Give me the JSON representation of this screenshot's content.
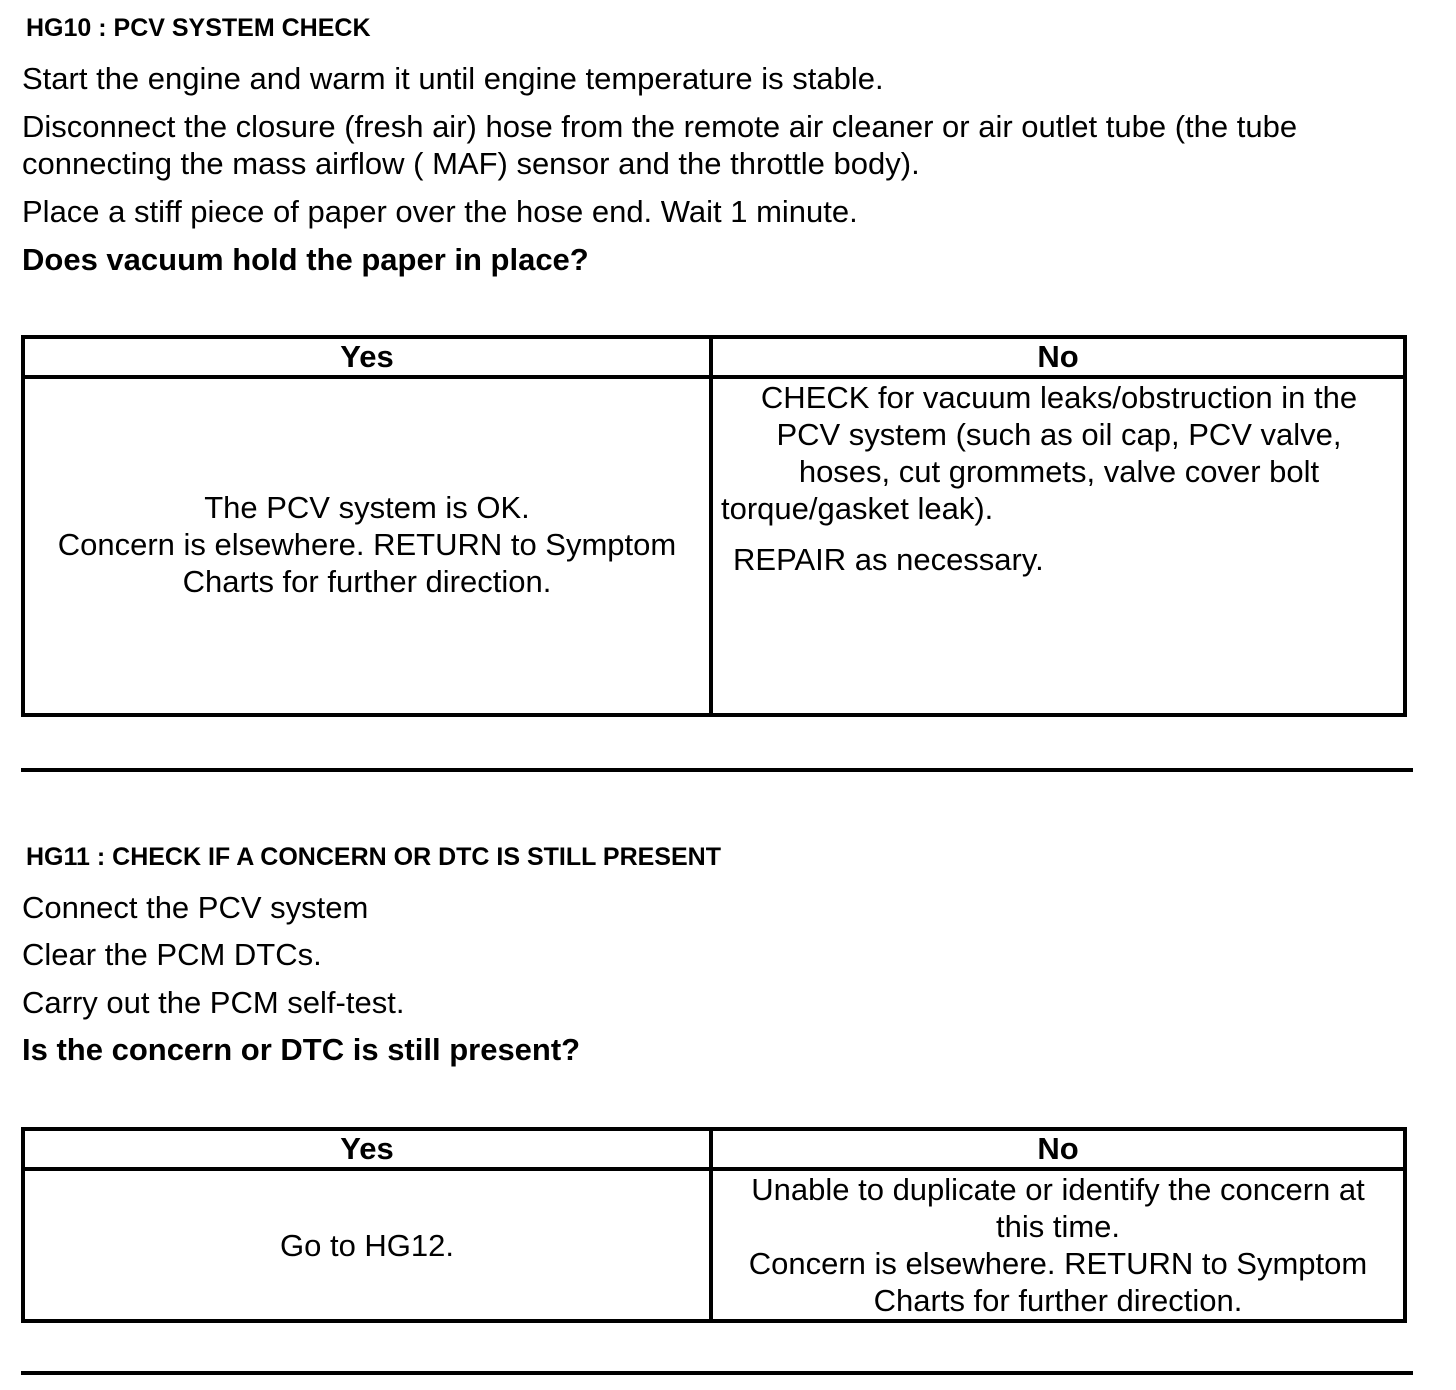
{
  "hg10": {
    "title": "HG10 : PCV SYSTEM CHECK",
    "steps": [
      "Start the engine and warm it until engine temperature is stable.",
      "Disconnect the closure (fresh air) hose from the remote air cleaner or air outlet tube (the tube connecting the mass airflow ( MAF) sensor and the throttle body).",
      "Place a stiff piece of paper over the hose end. Wait 1 minute."
    ],
    "question": "Does vacuum hold the paper in place?",
    "table": {
      "yes_header": "Yes",
      "no_header": "No",
      "yes_lines": [
        "The PCV system is OK.",
        "Concern is elsewhere. RETURN to Symptom",
        "Charts for further direction."
      ],
      "no_lines": [
        "CHECK for vacuum leaks/obstruction in the",
        "PCV system (such as oil cap, PCV valve,",
        "hoses, cut grommets, valve cover bolt",
        "torque/gasket leak)."
      ],
      "no_action": "REPAIR as necessary."
    }
  },
  "hg11": {
    "title": "HG11 : CHECK IF A CONCERN OR DTC IS STILL PRESENT",
    "steps": [
      "Connect the PCV system",
      "Clear the PCM DTCs.",
      "Carry out the PCM self-test."
    ],
    "question": "Is the concern or DTC is still present?",
    "table": {
      "yes_header": "Yes",
      "no_header": "No",
      "yes_text": "Go to HG12.",
      "no_lines": [
        "Unable to duplicate or identify the concern at",
        "this time.",
        "Concern is elsewhere. RETURN to Symptom",
        "Charts for further direction."
      ]
    }
  }
}
